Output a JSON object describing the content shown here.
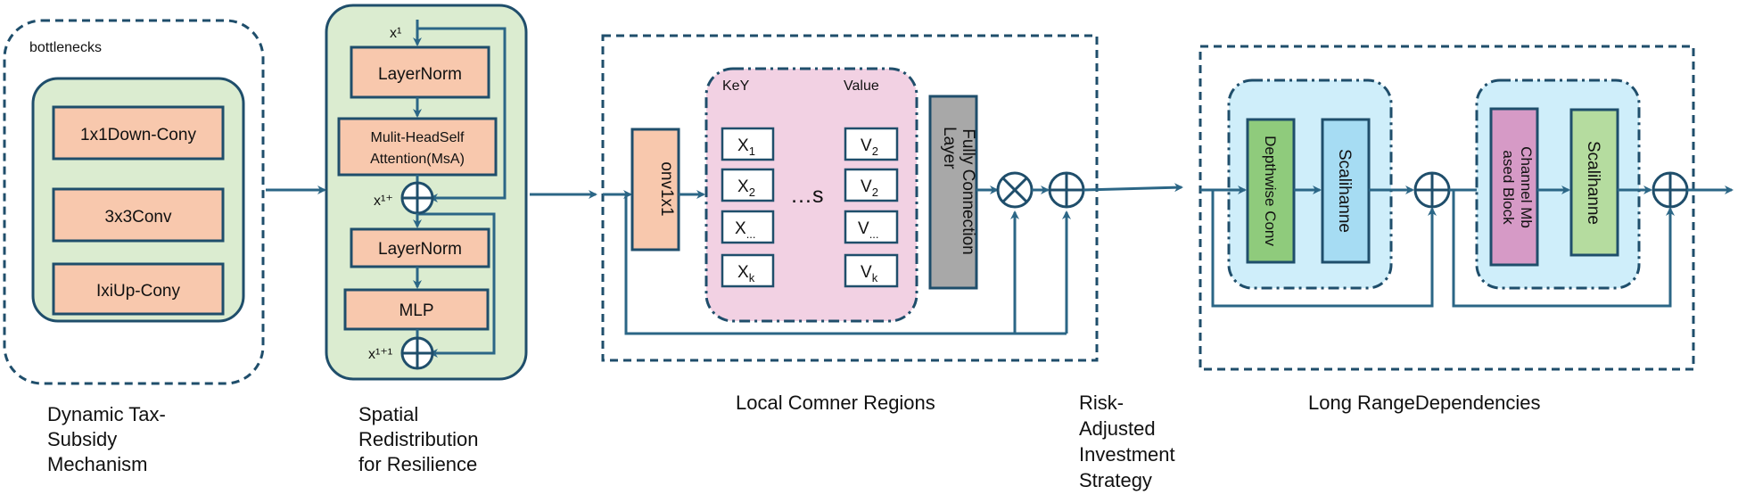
{
  "colors": {
    "line": "#2b6686",
    "dashed_border": "#1f4e6b",
    "green_panel": "#dbecd0",
    "salmon": "#f8c8ad",
    "pink_panel": "#f2d1e3",
    "light_blue_panel": "#cfeefa",
    "gray_block": "#a8a8a8",
    "depthwise_green": "#8fcb7c",
    "scale_blue": "#a6dcf3",
    "channel_pink": "#d69ac6",
    "scale_green": "#b5dc9f"
  },
  "bottlenecks": {
    "title": "bottlenecks",
    "layers": [
      "1x1Down-Cony",
      "3x3Conv",
      "IxiUp-Cony"
    ],
    "caption": [
      "Dynamic Tax-",
      "Subsidy",
      "Mechanism"
    ]
  },
  "transformer": {
    "x1_label": "x¹",
    "x1plus_label": "x¹⁺",
    "x11_label": "x¹⁺¹",
    "layernorm1": "LayerNorm",
    "msa": [
      "Mulit-HeadSelf",
      "Attention(MsA)"
    ],
    "layernorm2": "LayerNorm",
    "mlp": "MLP",
    "caption": [
      "Spatial",
      "Redistribution",
      "for Resilience"
    ]
  },
  "local": {
    "conv_label": "onv1x1",
    "key_label": "KeY",
    "value_label": "Value",
    "keys": [
      {
        "base": "X",
        "sub": "1"
      },
      {
        "base": "X",
        "sub": "2"
      },
      {
        "base": "X",
        "sub": "..."
      },
      {
        "base": "X",
        "sub": "k"
      }
    ],
    "values": [
      {
        "base": "V",
        "sub": "2"
      },
      {
        "base": "V",
        "sub": "2"
      },
      {
        "base": "V",
        "sub": "..."
      },
      {
        "base": "V",
        "sub": "k"
      }
    ],
    "ellipsis": "…s",
    "fc_label": [
      "Fully Connection",
      "Layer"
    ],
    "caption": "Local Comner Regions"
  },
  "risk_caption": [
    "Risk-",
    "Adjusted",
    "Investment",
    "Strategy"
  ],
  "long_range": {
    "depthwise": "Depthwise Conv",
    "scale1": "Scalihanne",
    "channel": [
      "Channel Mb",
      "ased Block"
    ],
    "scale2": "Scalihanne",
    "caption": "Long RangeDependencies"
  }
}
